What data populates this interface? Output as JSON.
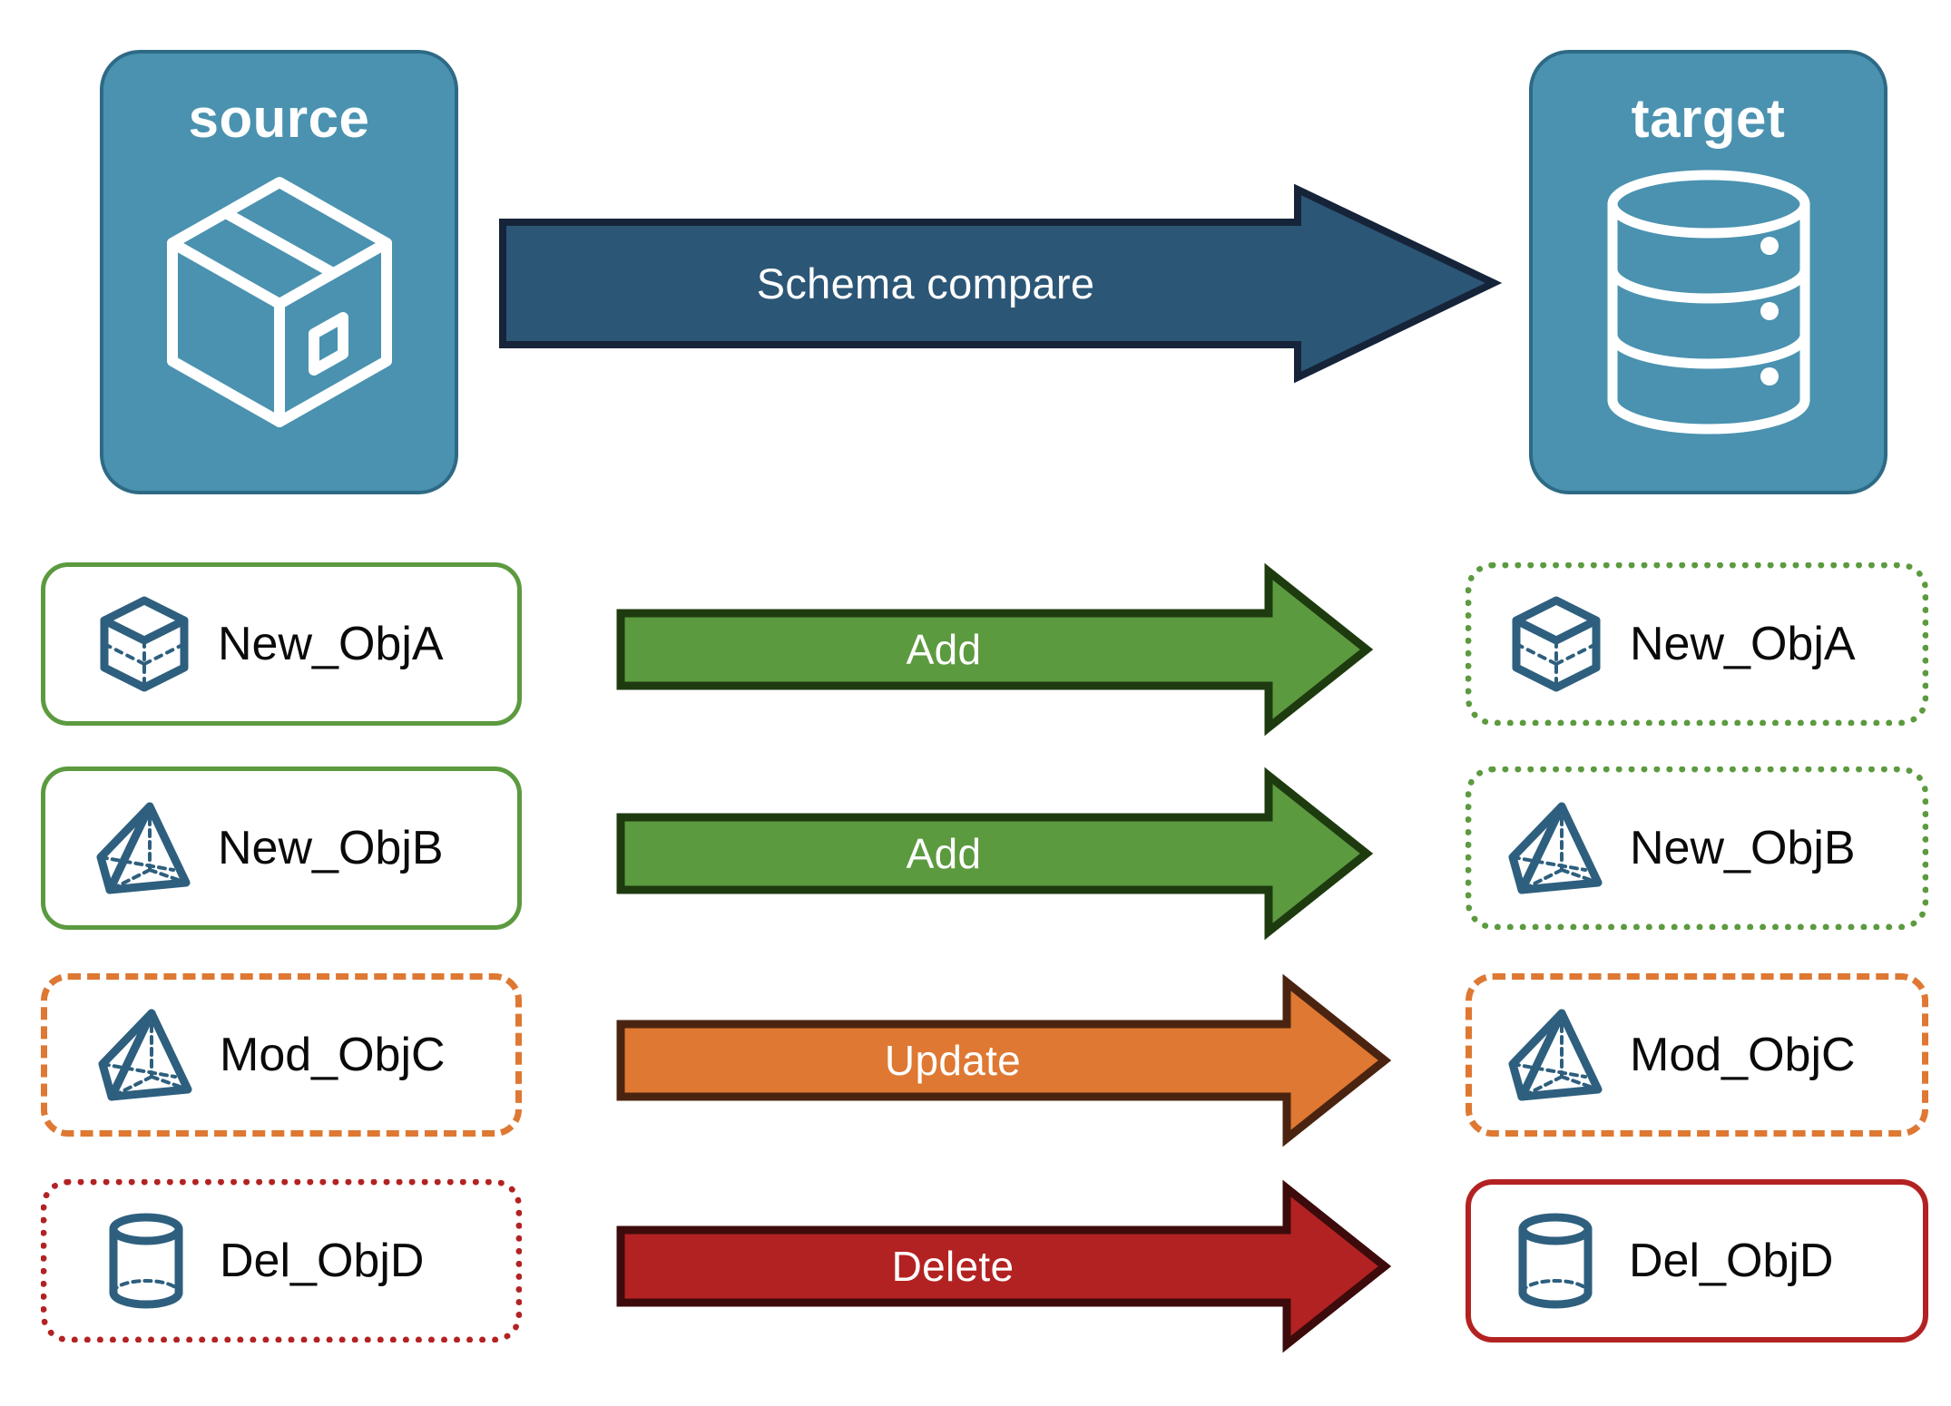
{
  "endpoints": {
    "source": {
      "title": "source",
      "icon": "package-box-icon",
      "fill": "#4A92B0",
      "stroke": "#2E6A85"
    },
    "target": {
      "title": "target",
      "icon": "database-cylinder-icon",
      "fill": "#4A92B0",
      "stroke": "#2E6A85"
    }
  },
  "schema_arrow": {
    "label": "Schema compare",
    "fill": "#2C5676",
    "stroke": "#16243A"
  },
  "rows": [
    {
      "action": "Add",
      "action_fill": "#5C9A3F",
      "action_stroke": "#1E3B10",
      "source": {
        "label": "New_ObjA",
        "icon": "wireframe-cube-icon",
        "border_style": "solid",
        "border_color": "#5C9A3F"
      },
      "target": {
        "label": "New_ObjA",
        "icon": "wireframe-cube-icon",
        "border_style": "dotted",
        "border_color": "#5C9A3F"
      }
    },
    {
      "action": "Add",
      "action_fill": "#5C9A3F",
      "action_stroke": "#1E3B10",
      "source": {
        "label": "New_ObjB",
        "icon": "wireframe-pyramid-icon",
        "border_style": "solid",
        "border_color": "#5C9A3F"
      },
      "target": {
        "label": "New_ObjB",
        "icon": "wireframe-pyramid-icon",
        "border_style": "dotted",
        "border_color": "#5C9A3F"
      }
    },
    {
      "action": "Update",
      "action_fill": "#DE7832",
      "action_stroke": "#4A2410",
      "source": {
        "label": "Mod_ObjC",
        "icon": "wireframe-pyramid-icon",
        "border_style": "dashed",
        "border_color": "#DE7832"
      },
      "target": {
        "label": "Mod_ObjC",
        "icon": "wireframe-pyramid-icon",
        "border_style": "dashed",
        "border_color": "#DE7832"
      }
    },
    {
      "action": "Delete",
      "action_fill": "#B32222",
      "action_stroke": "#3D0B0B",
      "source": {
        "label": "Del_ObjD",
        "icon": "wireframe-cylinder-icon",
        "border_style": "dotted",
        "border_color": "#B32222"
      },
      "target": {
        "label": "Del_ObjD",
        "icon": "wireframe-cylinder-icon",
        "border_style": "solid",
        "border_color": "#B32222"
      }
    }
  ],
  "icon_color": "#2E5F7E"
}
